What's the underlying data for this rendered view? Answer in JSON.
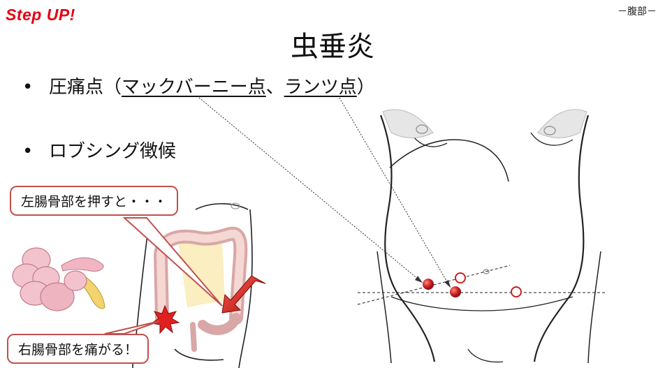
{
  "header": {
    "logo_text": "Step UP!",
    "section_label": "－腹部－"
  },
  "title": "虫垂炎",
  "bullets": {
    "b1": {
      "prefix": "圧痛点（",
      "term1": "マックバーニー点",
      "sep": "、",
      "term2": "ランツ点",
      "suffix": "）"
    },
    "b2": {
      "text": "ロブシング徴候"
    }
  },
  "callouts": {
    "left_press": "左腸骨部を押すと・・・",
    "right_pain": "右腸骨部を痛がる！"
  },
  "colors": {
    "accent": "#c0504d",
    "logo": "#e60012",
    "point_fill": "#cc1f1f"
  }
}
